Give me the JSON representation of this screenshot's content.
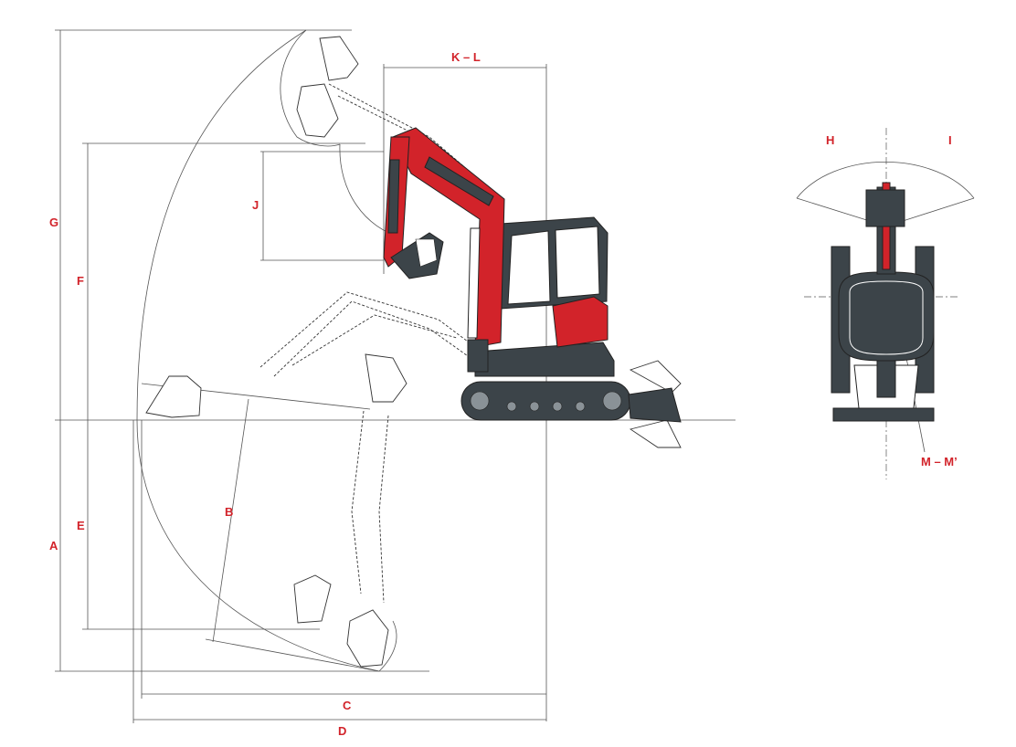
{
  "colors": {
    "accent": "#d2232a",
    "machine_dark": "#3c4449",
    "line": "#555555"
  },
  "labels": {
    "A": "A",
    "B": "B",
    "C": "C",
    "D": "D",
    "E": "E",
    "F": "F",
    "G": "G",
    "H": "H",
    "I": "I",
    "J": "J",
    "KL": "K – L",
    "MM": "M – M’"
  }
}
